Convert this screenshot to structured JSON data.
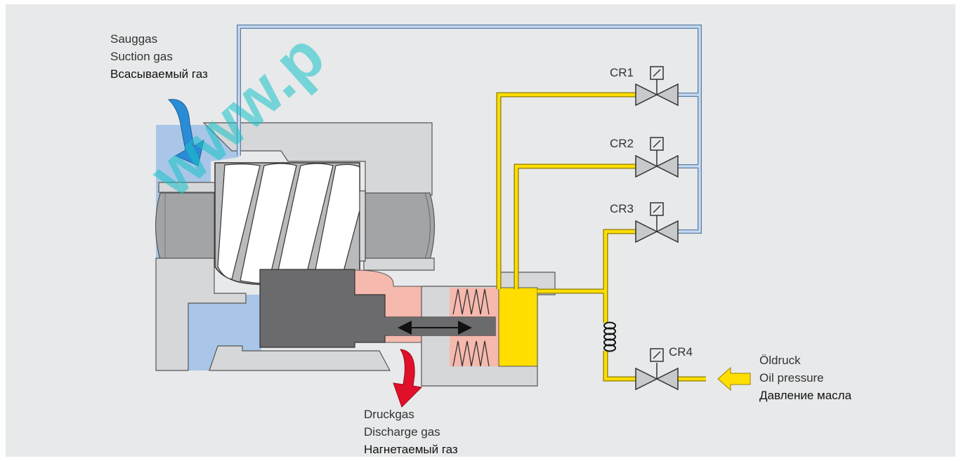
{
  "watermark": "www.p",
  "suction_label": {
    "de": "Sauggas",
    "en": "Suction gas",
    "ru": "Всасываемый газ"
  },
  "discharge_label": {
    "de": "Druckgas",
    "en": "Discharge gas",
    "ru": "Нагнетаемый газ"
  },
  "oil_label": {
    "de": "Öldruck",
    "en": "Oil pressure",
    "ru": "Давление масла"
  },
  "valves": [
    {
      "id": "CR1",
      "label": "CR1"
    },
    {
      "id": "CR2",
      "label": "CR2"
    },
    {
      "id": "CR3",
      "label": "CR3"
    },
    {
      "id": "CR4",
      "label": "CR4"
    }
  ],
  "colors": {
    "background": "#e8e9ea",
    "suction_gas": "#a9c6e8",
    "discharge_gas": "#f5b9ae",
    "oil": "#ffde00",
    "housing": "#d6d7d9",
    "piston": "#6b6b6d",
    "suction_pipe": "#a9c6e8",
    "suction_arrow": "#2a8cd6",
    "discharge_arrow": "#e0102a",
    "oil_arrow": "#ffde00"
  }
}
